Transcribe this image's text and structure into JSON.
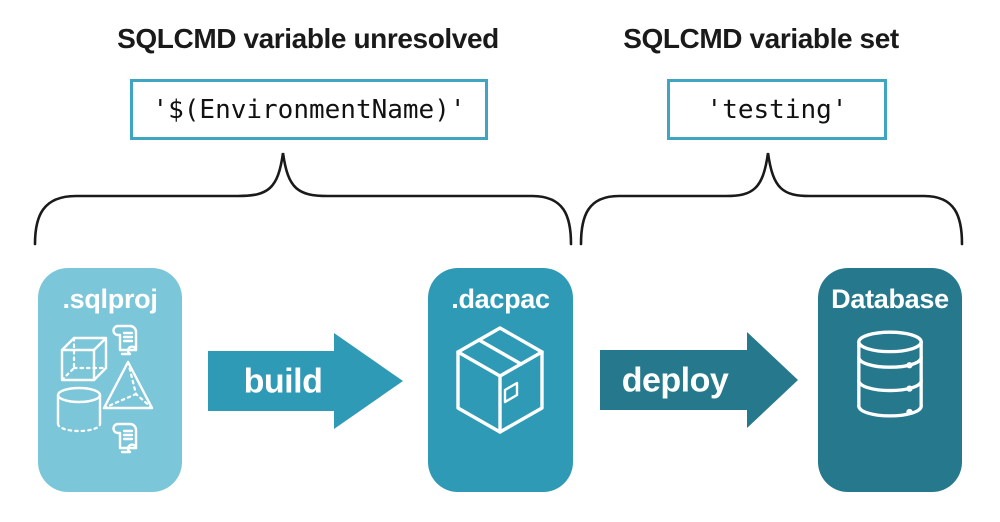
{
  "colors": {
    "ink": "#1a1a1a",
    "light": "#7cc6da",
    "mid": "#2f9ab6",
    "dark": "#26798d",
    "box-border": "#3fa5c0",
    "code-text": "#111111"
  },
  "annotations": {
    "left": {
      "heading": "SQLCMD variable unresolved",
      "code": "'$(EnvironmentName)'"
    },
    "right": {
      "heading": "SQLCMD variable set",
      "code": "'testing'"
    }
  },
  "pipeline": {
    "nodes": [
      {
        "label": ".sqlproj"
      },
      {
        "label": ".dacpac"
      },
      {
        "label": "Database"
      }
    ],
    "arrows": [
      {
        "label": "build"
      },
      {
        "label": "deploy"
      }
    ]
  },
  "icons": {
    "sqlproj": [
      "cube-icon",
      "scroll-icon",
      "pyramid-icon",
      "cylinder-icon",
      "scroll-icon"
    ],
    "dacpac": "package-box-icon",
    "database": "database-cylinder-icon"
  }
}
